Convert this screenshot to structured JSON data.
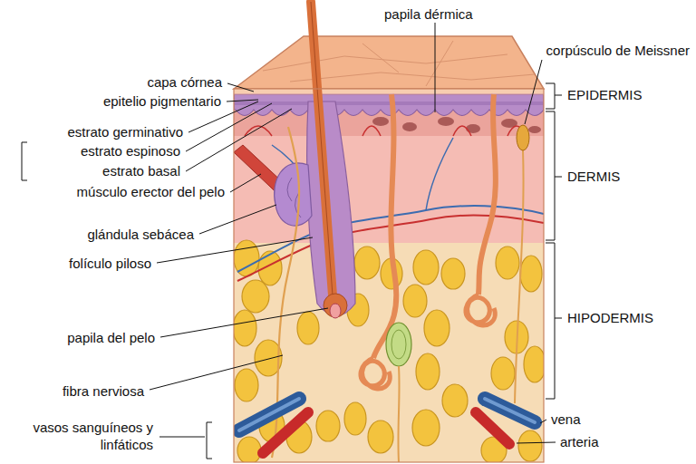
{
  "diagram": {
    "labels": [
      "capa córnea",
      "epitelio pigmentario",
      "estrato germinativo",
      "estrato espinoso",
      "estrato basal",
      "músculo erector del pelo",
      "glándula sebácea",
      "folículo piloso",
      "papila del pelo",
      "fibra nerviosa",
      "vasos sanguíneos y linfáticos",
      "papila dérmica",
      "corpúsculo de Meissner",
      "EPIDERMIS",
      "DERMIS",
      "HIPODERMIS",
      "vena",
      "arteria"
    ]
  }
}
